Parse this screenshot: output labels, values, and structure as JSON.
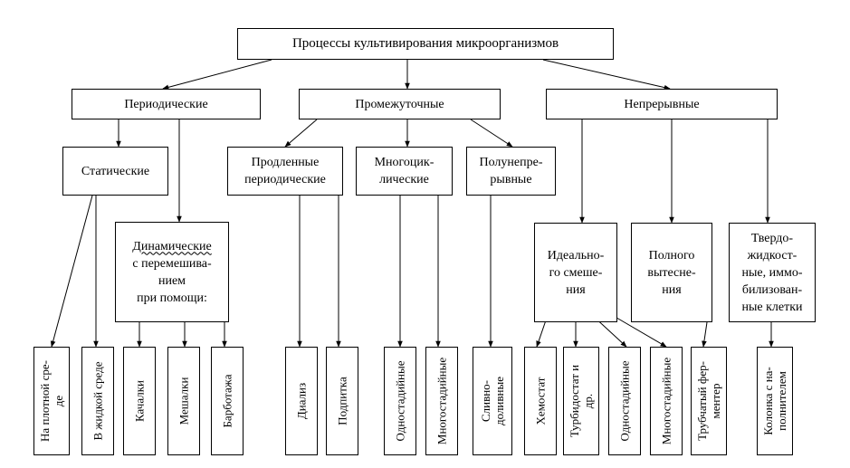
{
  "root": "Процессы культивирования микроорганизмов",
  "level1": {
    "periodic": "Периодические",
    "intermediate": "Промежуточные",
    "continuous": "Непрерывные"
  },
  "level2": {
    "static": "Статические",
    "dynamic_underlined": "Динамические",
    "dynamic_rest": "с перемешива-\nнием\nпри помощи:",
    "prolonged": "Продленные\nпериодические",
    "multicycle": "Многоцик-\nлические",
    "semicontinuous": "Полунепре-\nрывные",
    "ideal_mixing": "Идеально-\nго смеше-\nния",
    "full_displacement": "Полного\nвытесне-\nния",
    "solid_liquid": "Твердо-\nжидкост-\nные, иммо-\nбилизован-\nные клетки"
  },
  "leaves": [
    "На плотной сре-\nде",
    "В жидкой среде",
    "Качалки",
    "Мешалки",
    "Барботажа",
    "Диализ",
    "Подпитка",
    "Одностадийные",
    "Многостадийные",
    "Сливно-\nдоливные",
    "Хемостат",
    "Турбидостат и\nдр.",
    "Одностадийные",
    "Многостадийные",
    "Трубчатый фер-\nментер",
    "Колонка с на-\nполнителем"
  ]
}
